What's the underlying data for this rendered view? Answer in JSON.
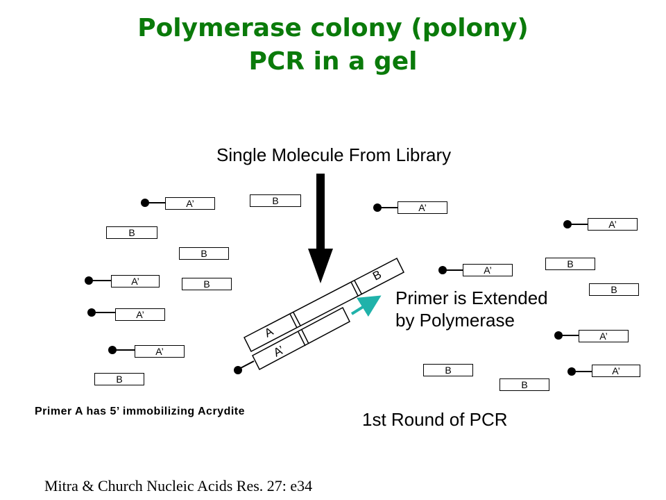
{
  "title": {
    "line1": "Polymerase colony (polony)",
    "line2": "PCR in a gel"
  },
  "heading": "Single Molecule From Library",
  "extension_label": {
    "line1": "Primer is Extended",
    "line2": "by Polymerase"
  },
  "round_label": "1st Round of PCR",
  "primer_note": "Primer A has 5’ immobilizing Acrydite",
  "citation": "Mitra & Church   Nucleic Acids Res. 27: e34",
  "labels": {
    "a_prime": "A’",
    "b": "B",
    "a": "A"
  },
  "colors": {
    "title": "#0a7a0a",
    "extension_arrow": "#20b2aa",
    "ink": "#000000"
  }
}
